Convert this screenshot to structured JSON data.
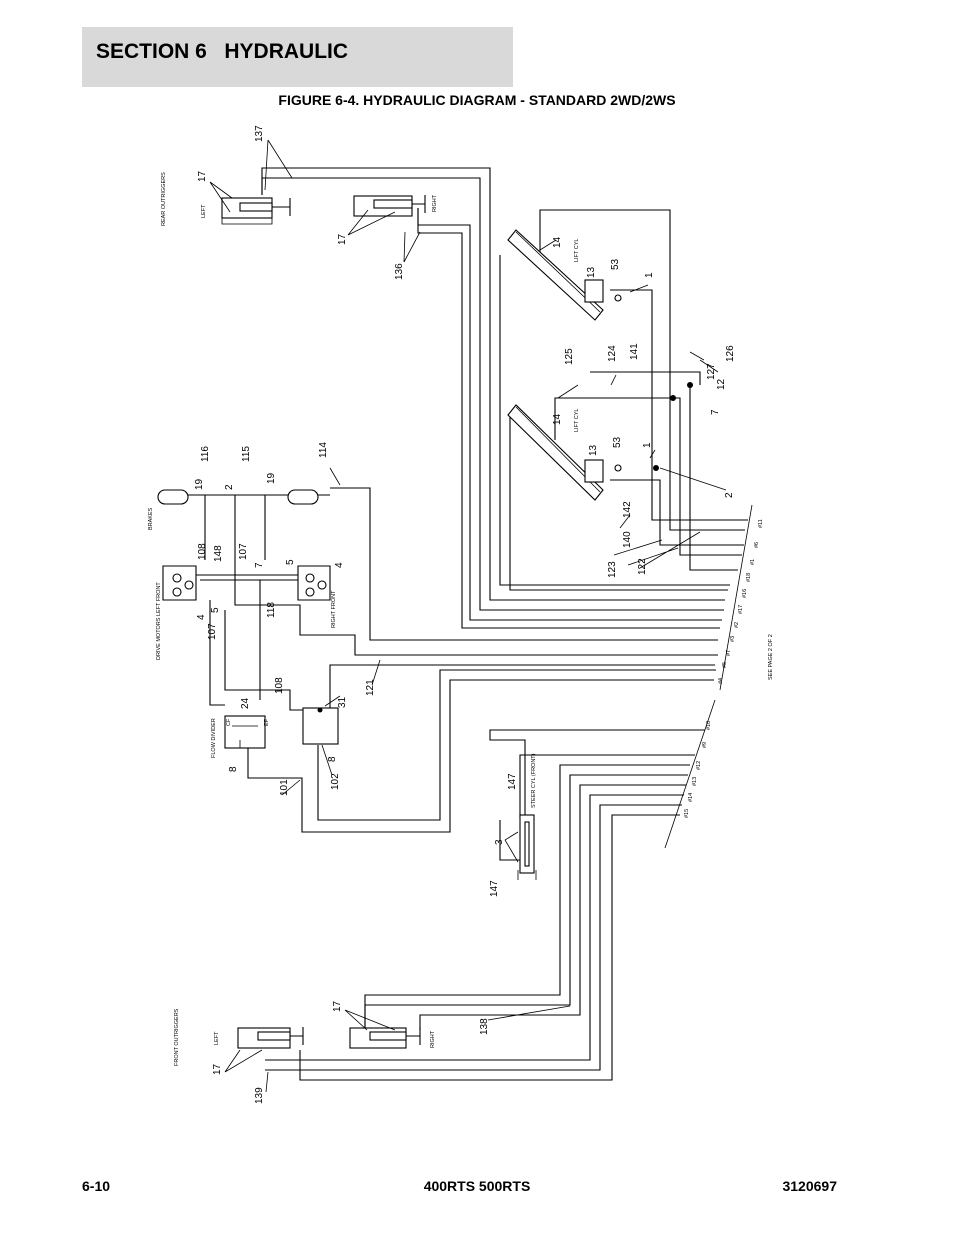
{
  "header": {
    "section_title": "SECTION 6   HYDRAULIC",
    "figure_title": "FIGURE 6-4. HYDRAULIC DIAGRAM - STANDARD 2WD/2WS"
  },
  "footer": {
    "left": "6-10",
    "center": "400RTS 500RTS",
    "right": "3120697"
  },
  "diagram": {
    "component_labels": {
      "rear_outriggers": "REAR OUTRIGGERS",
      "rear_left": "LEFT",
      "rear_right": "RIGHT",
      "left_cyl_top": "LIFT CYL",
      "left_cyl_bottom": "LIFT CYL",
      "brakes": "BRAKES",
      "drive_motors_left": "DRIVE MOTORS LEFT FRONT",
      "drive_motors_right": "RIGHT FRONT",
      "flow_divider": "FLOW DIVIDER",
      "steer_cyl": "STEER CYL (FRONT)",
      "front_outriggers": "FRONT OUTRIGGERS",
      "front_left": "LEFT",
      "front_right": "RIGHT",
      "see_page": "SEE PAGE 2 OF 2",
      "fd_cf": "CF",
      "fd_ef": "EF"
    },
    "callouts": [
      "137",
      "17",
      "17",
      "136",
      "14",
      "13",
      "53",
      "1",
      "125",
      "124",
      "141",
      "127",
      "126",
      "12",
      "7",
      "14",
      "13",
      "53",
      "1",
      "142",
      "2",
      "116",
      "115",
      "114",
      "19",
      "2",
      "19",
      "108",
      "148",
      "107",
      "7",
      "5",
      "4",
      "4",
      "5",
      "107",
      "118",
      "123",
      "140",
      "122",
      "24",
      "108",
      "31",
      "121",
      "8",
      "8",
      "101",
      "102",
      "147",
      "3",
      "147",
      "17",
      "138",
      "17",
      "139"
    ],
    "port_labels": [
      "#11",
      "#6",
      "#1",
      "#18",
      "#16",
      "#17",
      "#2",
      "#3",
      "#7",
      "#5",
      "#4",
      "#10",
      "#9",
      "#12",
      "#13",
      "#14",
      "#15"
    ]
  }
}
